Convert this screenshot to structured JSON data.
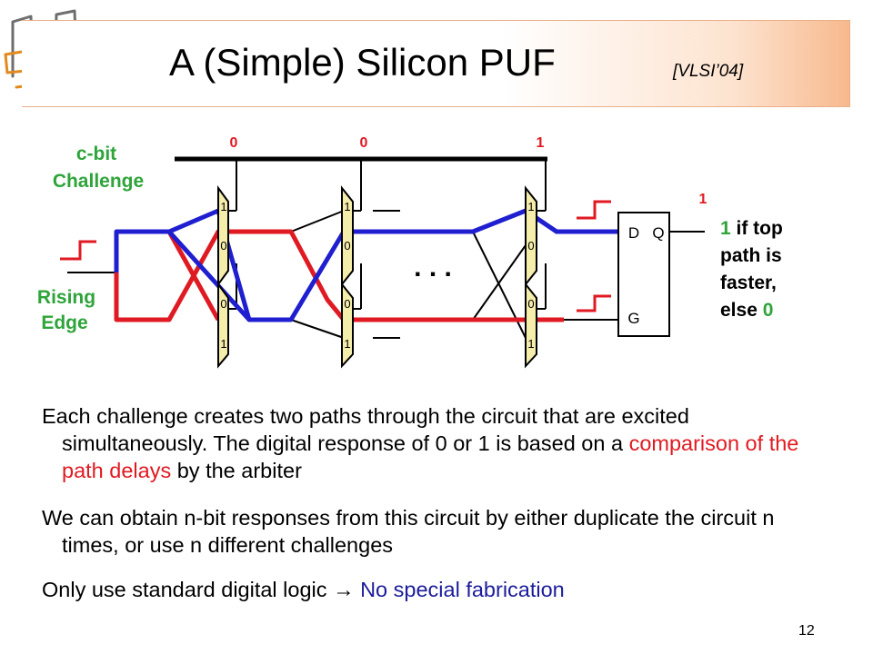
{
  "title": "A (Simple) Silicon PUF",
  "citation": "[VLSI’04]",
  "diagram": {
    "challenge_label_line1": "c-bit",
    "challenge_label_line2": "Challenge",
    "rising_label_line1": "Rising",
    "rising_label_line2": "Edge",
    "challenge_bits": [
      "0",
      "0",
      "1"
    ],
    "stage1_top": [
      "1",
      "0"
    ],
    "stage1_bottom": [
      "0",
      "1"
    ],
    "stage2_top": [
      "1",
      "0"
    ],
    "stage2_bottom": [
      "0",
      "1"
    ],
    "stage3_top": [
      "1",
      "0"
    ],
    "stage3_bottom": [
      "0",
      "1"
    ],
    "ellipsis": ". . .",
    "arbiter_d": "D",
    "arbiter_q": "Q",
    "arbiter_g": "G",
    "output_bit": "1",
    "result_line1_value": "1",
    "result_line1_rest": " if top",
    "result_line2": "path is",
    "result_line3": "faster,",
    "result_line4_prefix": "else ",
    "result_line4_value": "0",
    "colors": {
      "green": "#2ea43a",
      "red": "#e01a22",
      "blue": "#1f1fd0",
      "mux_fill": "#f5edaa"
    }
  },
  "body": {
    "p1_before": "Each challenge creates two paths through the circuit that are excited simultaneously. The digital response of 0 or 1 is based on a ",
    "p1_highlight": "comparison of the path delays",
    "p1_after": " by the arbiter",
    "p2": "We can obtain n-bit responses from this circuit by either duplicate the circuit n times, or use n different challenges",
    "p3_before": "Only use standard digital logic ",
    "p3_arrow": "→",
    "p3_highlight": " No special fabrication"
  },
  "page_number": "12"
}
